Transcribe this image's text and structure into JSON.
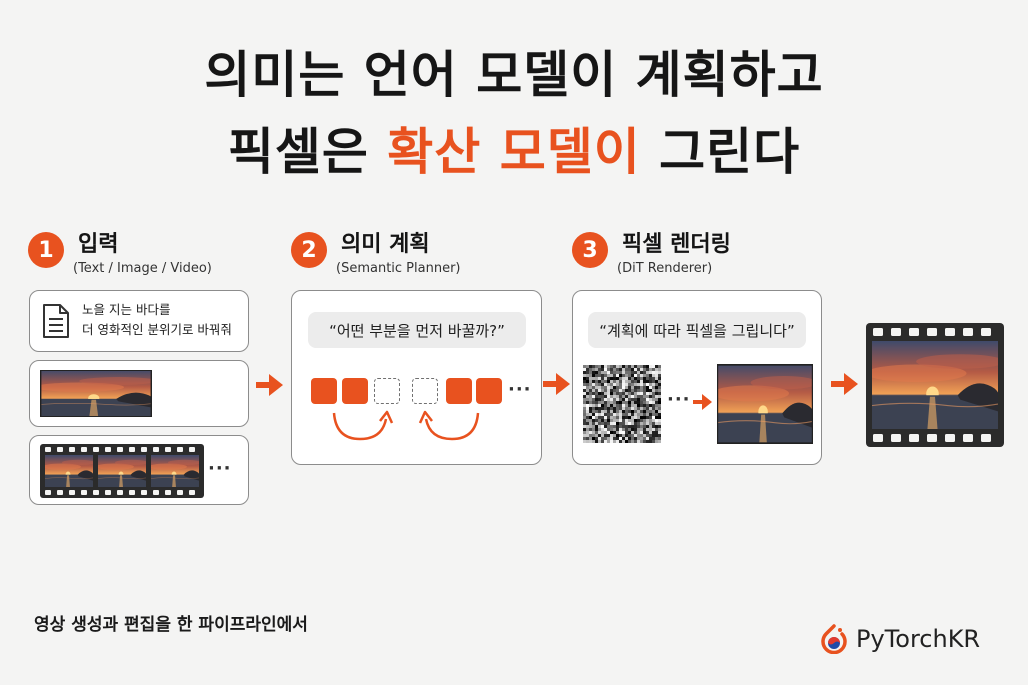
{
  "title": {
    "line1": "의미는 언어 모델이 계획하고",
    "line2_prefix": "픽셀은 ",
    "line2_accent": "확산 모델이",
    "line2_suffix": " 그린다"
  },
  "steps": [
    {
      "number": "1",
      "title": "입력",
      "subtitle": "(Text / Image / Video)"
    },
    {
      "number": "2",
      "title": "의미 계획",
      "subtitle": "(Semantic Planner)"
    },
    {
      "number": "3",
      "title": "픽셀 렌더링",
      "subtitle": "(DiT Renderer)"
    }
  ],
  "input": {
    "prompt_line1": "노을 지는 바다를",
    "prompt_line2": "더 영화적인 분위기로 바꿔줘",
    "video_more": "···"
  },
  "planner": {
    "bubble": "“어떤 부분을 먼저 바꿀까?”",
    "tokens": [
      "filled",
      "filled",
      "empty",
      "empty",
      "filled",
      "filled"
    ],
    "more": "···"
  },
  "renderer": {
    "bubble": "“계획에 따라 픽셀을 그립니다”",
    "more": "···"
  },
  "footer": "영상 생성과 편집을 한 파이프라인에서",
  "brand": "PyTorchKR",
  "colors": {
    "accent": "#e8521f",
    "ink": "#161616",
    "card_border": "#8c8c8c",
    "bubble": "#ececec"
  },
  "icons": [
    "document-icon",
    "sunset-image",
    "film-strip-icon",
    "arrow-right-icon",
    "pytorch-logo-icon"
  ]
}
